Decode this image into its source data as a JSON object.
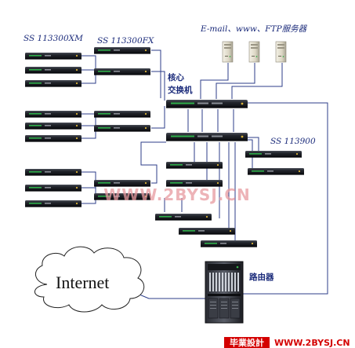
{
  "labels": {
    "ss113300xm": "SS 113300XM",
    "ss113300fx": "SS 113300FX",
    "servers": "E-mail、www、FTP服务器",
    "core_line1": "核心",
    "core_line2": "交换机",
    "ss113900": "SS 113900",
    "router": "路由器",
    "internet": "Internet"
  },
  "watermark": "WWW.2BYSJ.CN",
  "footer": {
    "badge": "毕業設計",
    "url": "WWW.2BYSJ.CN"
  },
  "colors": {
    "label_text": "#1a2a7a",
    "wire": "#2c3e8a",
    "switch_body": "#1b1d22",
    "switch_led": "#2fae4a",
    "footer_badge_bg": "#d40000",
    "footer_url": "#d40000",
    "watermark": "#e89aa0"
  },
  "icons": [
    "switch-icon",
    "server-tower-icon",
    "router-chassis-icon",
    "internet-cloud-icon"
  ]
}
